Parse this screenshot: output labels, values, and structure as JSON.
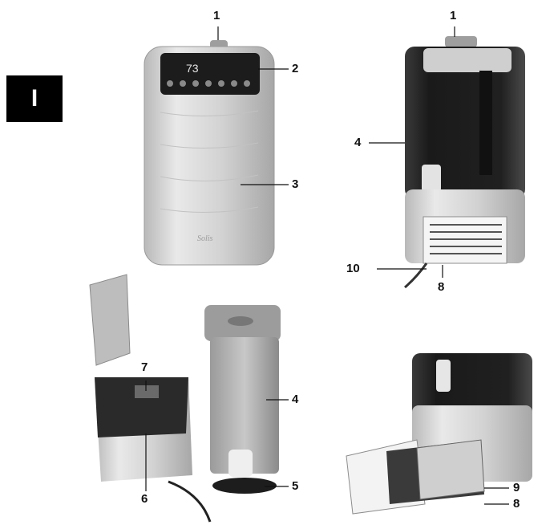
{
  "section_tab": "I",
  "callouts": {
    "front_top": "1",
    "back_top": "1",
    "display": "2",
    "housing": "3",
    "tank_back": "4",
    "tank_side": "4",
    "tank_base": "5",
    "float": "6",
    "sensor": "7",
    "grille_back": "8",
    "filter_grille": "8",
    "filter": "9",
    "cable": "10"
  },
  "display_reading": "73",
  "colors": {
    "tab": "#000000",
    "tank": "#2b2b2b",
    "silver": "#d4d4d4"
  }
}
